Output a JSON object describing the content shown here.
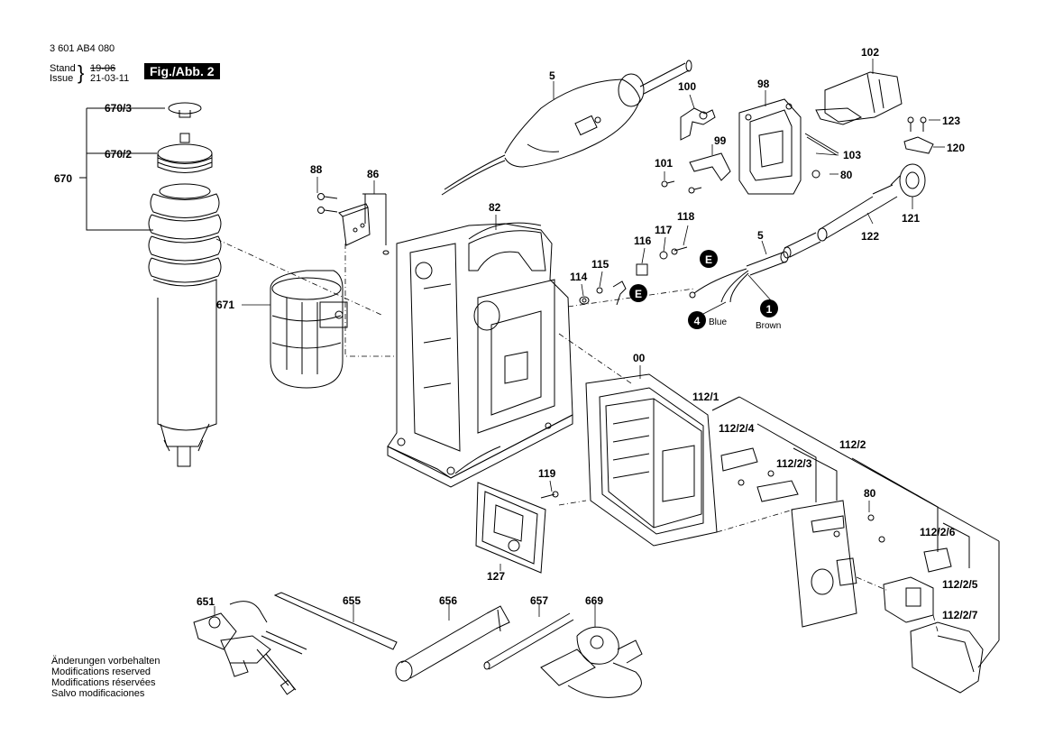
{
  "header": {
    "doc_number": "3 601 AB4 080",
    "stand_label": "Stand",
    "issue_label": "Issue",
    "old_date": "19-06",
    "new_date": "21-03-11",
    "figure_tag": "Fig./Abb. 2"
  },
  "footer_notes": [
    "Änderungen vorbehalten",
    "Modifications reserved",
    "Modifications réservées",
    "Salvo modificaciones"
  ],
  "part_labels": {
    "p102": "102",
    "p123": "123",
    "p120": "120",
    "p121": "121",
    "p122": "122",
    "p100": "100",
    "p98": "98",
    "p99": "99",
    "p101": "101",
    "p103": "103",
    "p80a": "80",
    "p5a": "5",
    "p5b": "5",
    "p670_3": "670/3",
    "p670_2": "670/2",
    "p670": "670",
    "p671": "671",
    "p88": "88",
    "p86": "86",
    "p82": "82",
    "p118": "118",
    "p117": "117",
    "p116": "116",
    "p115": "115",
    "p114": "114",
    "p00": "00",
    "p112_1": "112/1",
    "p112_2_4": "112/2/4",
    "p112_2_3": "112/2/3",
    "p112_2": "112/2",
    "p80b": "80",
    "p112_2_6": "112/2/6",
    "p112_2_5": "112/2/5",
    "p112_2_7": "112/2/7",
    "p119": "119",
    "p127": "127",
    "p651": "651",
    "p655": "655",
    "p656": "656",
    "p657": "657",
    "p669": "669"
  },
  "connection_markers": {
    "e1": "E",
    "e2": "E",
    "m1": "1",
    "m4": "4"
  },
  "wire_labels": {
    "blue": "Blue",
    "brown": "Brown"
  }
}
